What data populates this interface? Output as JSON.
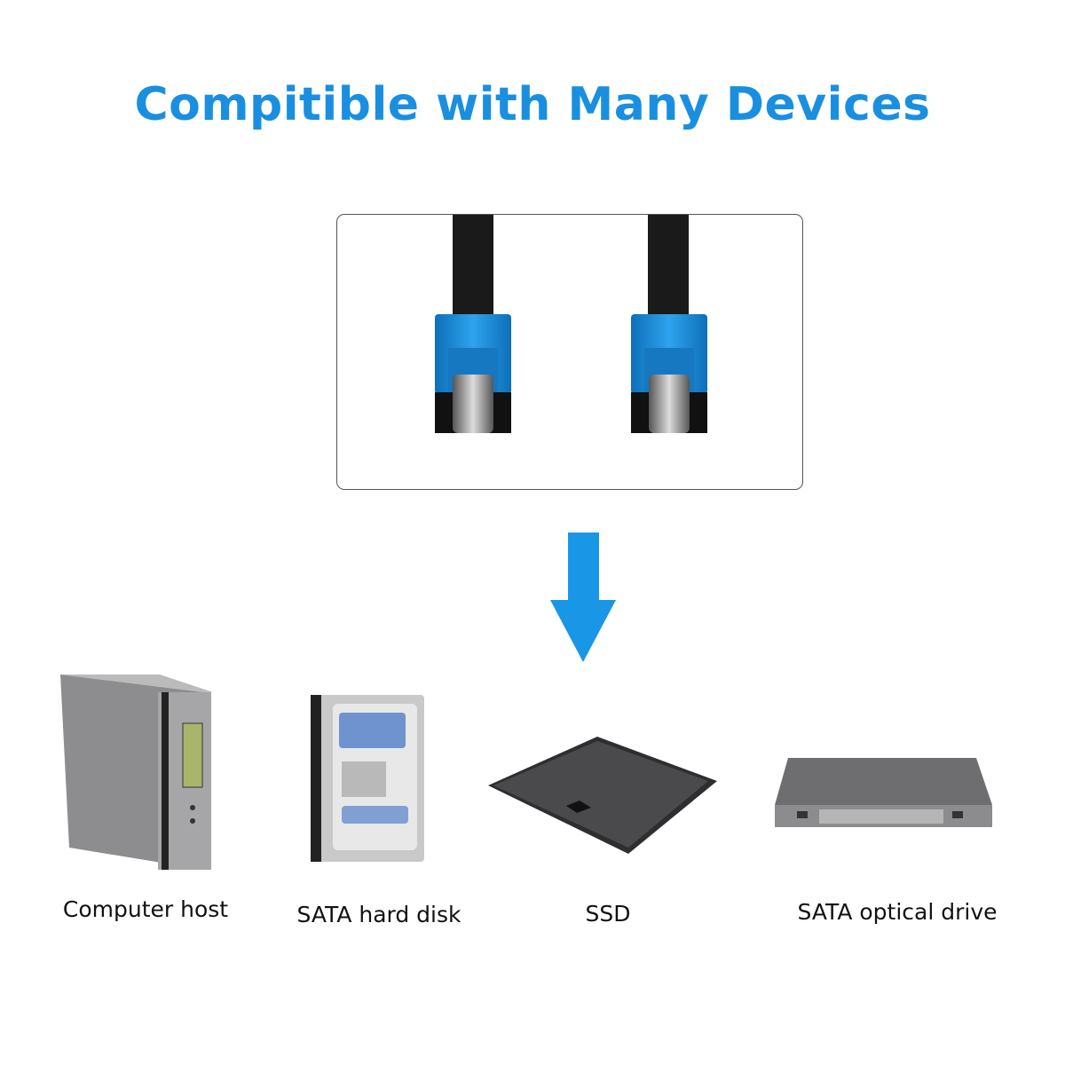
{
  "title": "Compitible with Many Devices",
  "colors": {
    "accent": "#1a8fe0",
    "connector": "#1c8fd8",
    "cable": "#1a1a1a"
  },
  "devices": [
    {
      "label": "Computer host",
      "icon": "computer-host-icon"
    },
    {
      "label": "SATA hard disk",
      "icon": "hard-disk-icon"
    },
    {
      "label": "SSD",
      "icon": "ssd-icon"
    },
    {
      "label": "SATA optical drive",
      "icon": "optical-drive-icon"
    }
  ]
}
